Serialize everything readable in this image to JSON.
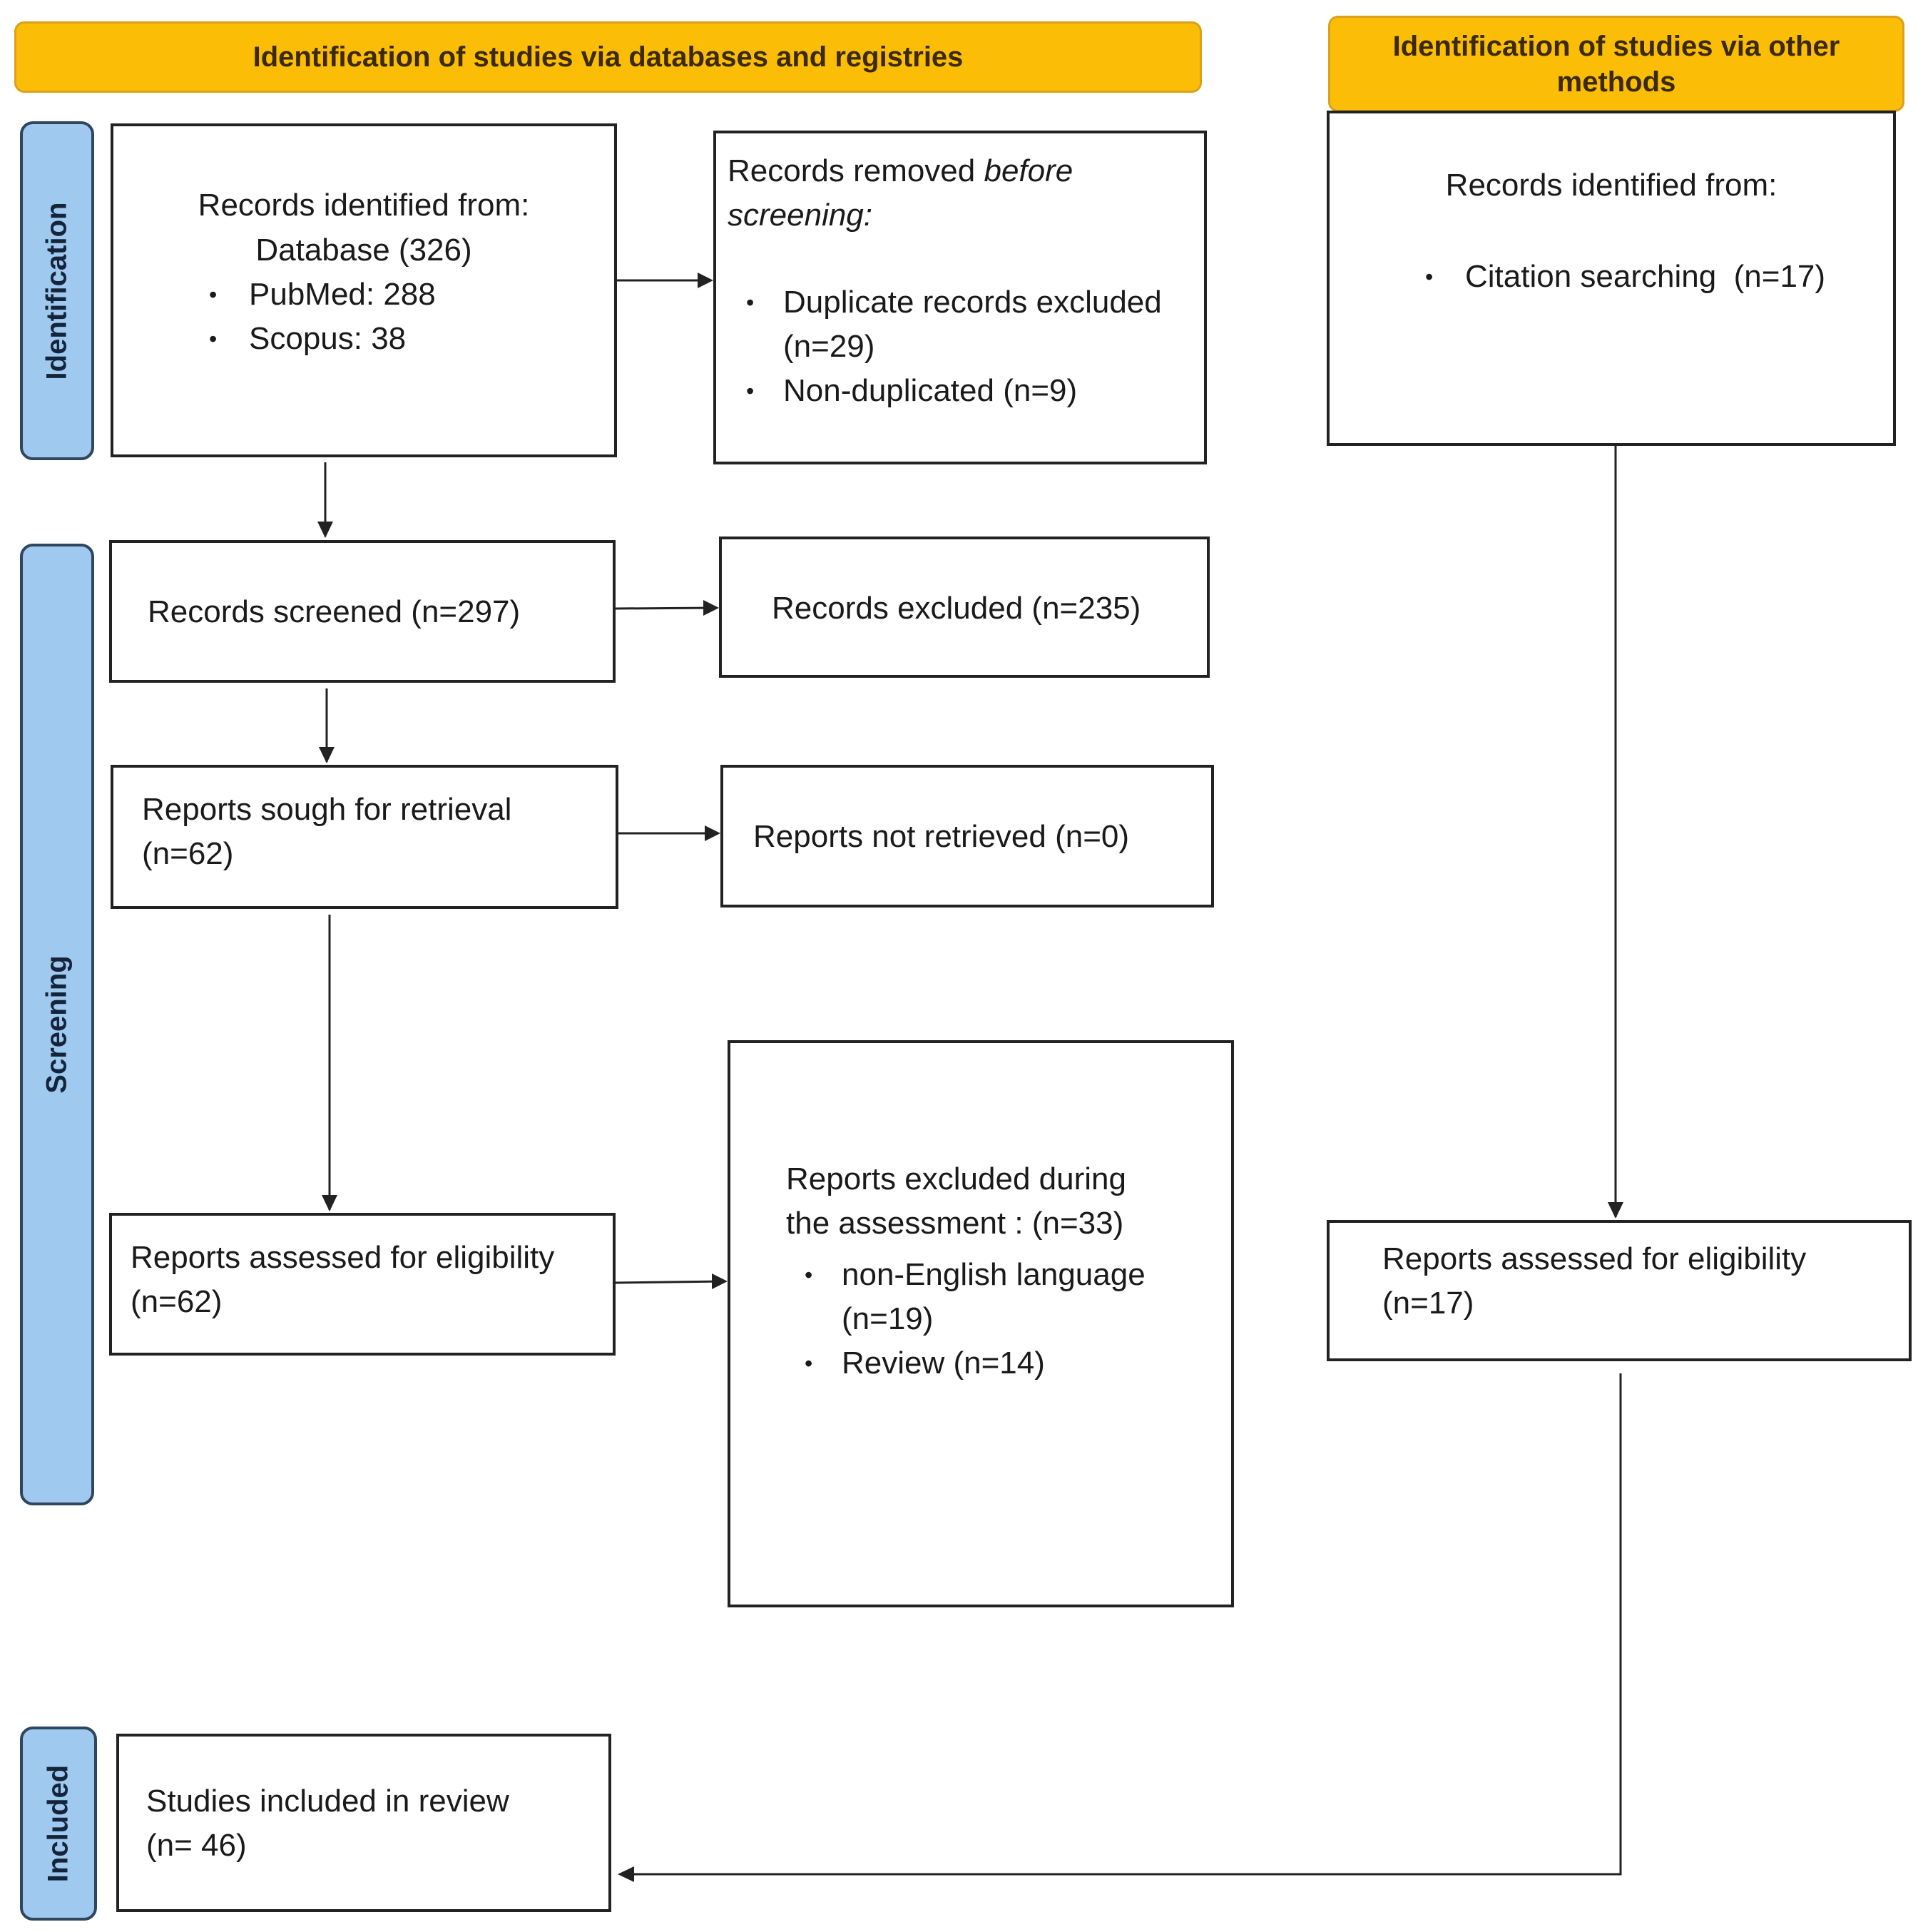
{
  "headers": {
    "databases": "Identification of studies via databases and registries",
    "other_line1": "Identification of studies via other",
    "other_line2": "methods"
  },
  "side_labels": {
    "identification": "Identification",
    "screening": "Screening",
    "included": "Included"
  },
  "boxes": {
    "records_identified": {
      "line1": "Records identified from:",
      "line2": "Database (326)",
      "items": [
        "PubMed: 288",
        "Scopus: 38"
      ]
    },
    "records_removed": {
      "line1_prefix": "Records removed ",
      "line1_italic": "before",
      "line2_italic": "screening:",
      "items": [
        "Duplicate records excluded",
        "(n=29)",
        "Non-duplicated (n=9)"
      ]
    },
    "other_records_identified": {
      "line1": "Records identified from:",
      "items": [
        "Citation searching  (n=17)"
      ]
    },
    "records_screened": {
      "text": "Records screened (n=297)"
    },
    "records_excluded": {
      "text": "Records excluded (n=235)"
    },
    "reports_sought": {
      "line1": "Reports sough for retrieval",
      "line2": "(n=62)"
    },
    "reports_not_retrieved": {
      "text": "Reports not retrieved (n=0)"
    },
    "reports_assessed": {
      "line1": "Reports assessed for eligibility",
      "line2": "(n=62)"
    },
    "reports_excluded": {
      "line1": "Reports excluded during",
      "line2": "the assessment : (n=33)",
      "items": [
        "non-English language",
        "(n=19)",
        "Review (n=14)"
      ]
    },
    "other_reports_assessed": {
      "line1": "Reports assessed for eligibility",
      "line2": "(n=17)"
    },
    "studies_included": {
      "line1": "Studies included in review",
      "line2": "(n= 46)"
    }
  },
  "colors": {
    "header_fill": "#fbbd05",
    "side_fill": "#9fc9ee",
    "side_border": "#2e4660",
    "box_border": "#222222"
  }
}
